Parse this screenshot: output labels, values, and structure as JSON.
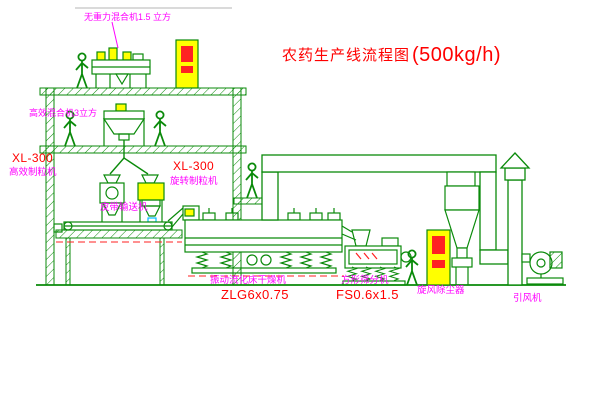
{
  "title": {
    "main": "农药生产线流程图",
    "capacity": "(500kg/h)"
  },
  "labels": {
    "mixer_top": "无重力混合机1.5 立方",
    "mixer_second": "高效混合机3立方",
    "granulator_left_model": "XL-300",
    "granulator_left_name": "高效制粒机",
    "granulator_right_model": "XL-300",
    "granulator_right_name": "旋转制粒机",
    "belt_conveyor": "皮带输送机",
    "dryer_name": "振动流化床干燥机",
    "dryer_model": "ZLG6x0.75",
    "sifter_name": "方形筛分机",
    "sifter_model": "FS0.6x1.5",
    "cyclone_name": "旋风除尘器",
    "fan_name": "引风机"
  },
  "colors": {
    "line_green": "#0a8a0a",
    "label_magenta": "#ff00ff",
    "model_red": "#ff0000",
    "equipment_yellow": "#ffff00",
    "centerline_red": "#ff2222",
    "accent_cyan": "#00bfff",
    "background": "#ffffff"
  }
}
